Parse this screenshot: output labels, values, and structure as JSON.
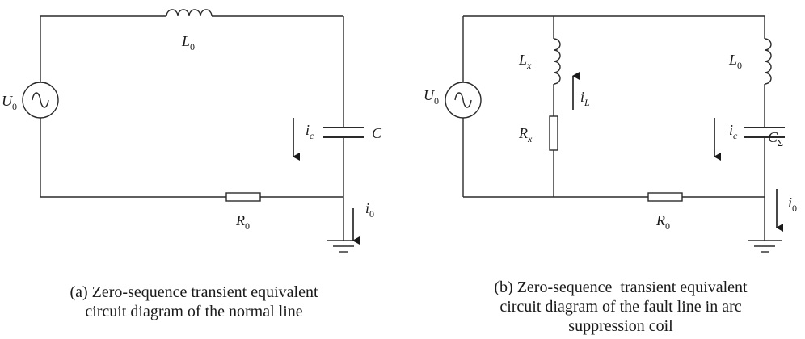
{
  "diagram_a": {
    "labels": {
      "inductor": {
        "main": "L",
        "sub": "0"
      },
      "source": {
        "main": "U",
        "sub": "0"
      },
      "capacitor_current": {
        "main": "i",
        "sub": "c"
      },
      "capacitor": {
        "main": "C",
        "sub": ""
      },
      "resistor": {
        "main": "R",
        "sub": "0"
      },
      "ground_current": {
        "main": "i",
        "sub": "0"
      }
    },
    "caption": {
      "line1": "(a) Zero-sequence transient equivalent",
      "line2": "circuit diagram of the normal line"
    }
  },
  "diagram_b": {
    "labels": {
      "coil_inductor": {
        "main": "L",
        "sub": "x"
      },
      "coil_current": {
        "main": "i",
        "sub": "L"
      },
      "coil_resistor": {
        "main": "R",
        "sub": "x"
      },
      "source": {
        "main": "U",
        "sub": "0"
      },
      "line_inductor": {
        "main": "L",
        "sub": "0"
      },
      "capacitor_current": {
        "main": "i",
        "sub": "c"
      },
      "capacitor": {
        "main": "C",
        "sub": "Σ"
      },
      "resistor": {
        "main": "R",
        "sub": "0"
      },
      "ground_current": {
        "main": "i",
        "sub": "0"
      }
    },
    "caption": {
      "line1": "(b) Zero-sequence  transient equivalent",
      "line2": "circuit diagram of the fault line in arc",
      "line3": "suppression coil"
    }
  }
}
